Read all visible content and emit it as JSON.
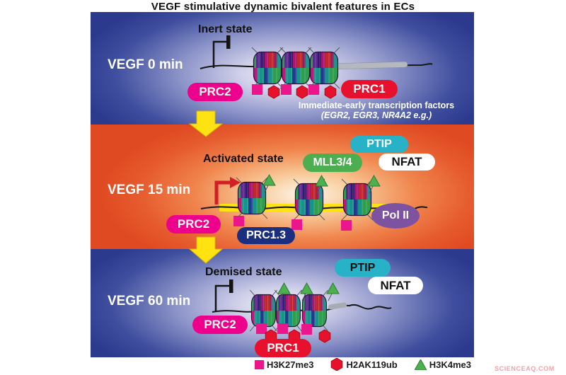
{
  "title": "VEGF stimulative dynamic bivalent features in ECs",
  "panels": [
    {
      "time_label": "VEGF 0 min",
      "state_label": "Inert state",
      "prc2": "PRC2",
      "prc1": "PRC1",
      "note_line1": "Immediate-early transcription factors",
      "note_line2": "(EGR2, EGR3, NR4A2 e.g.)"
    },
    {
      "time_label": "VEGF 15 min",
      "state_label": "Activated state",
      "ptip": "PTIP",
      "nfat": "NFAT",
      "mll34": "MLL3/4",
      "polii": "Pol II",
      "prc2": "PRC2",
      "prc13": "PRC1.3"
    },
    {
      "time_label": "VEGF 60 min",
      "state_label": "Demised state",
      "ptip": "PTIP",
      "nfat": "NFAT",
      "prc2": "PRC2",
      "prc1": "PRC1"
    }
  ],
  "legend": {
    "items": [
      {
        "icon": "h3k27me3-square-icon",
        "label": "H3K27me3",
        "color": "#ec168c"
      },
      {
        "icon": "h2ak119ub-hexagon-icon",
        "label": "H2AK119ub",
        "color": "#e8112d"
      },
      {
        "icon": "h3k4me3-triangle-icon",
        "label": "H3K4me3",
        "color": "#4cb04f"
      }
    ]
  },
  "watermark": "SCIENCEAQ.COM",
  "colors": {
    "panel_blue": "#2c3a8e",
    "panel_orange": "#e04a22",
    "prc2_pink": "#ec008c",
    "prc1_red": "#e8112d",
    "prc13_navy": "#1b2e7f",
    "ptip_cyan": "#27b2c8",
    "mll34_green": "#4cae50",
    "polii_purple": "#7c52a1",
    "nfat_white": "#ffffff",
    "transition_arrow_yellow": "#ffe212",
    "active_dna_yellow": "#ffe212",
    "h3k27me3_pink": "#ec168c",
    "h2ak119ub_red": "#e8112d",
    "h3k4me3_green": "#4cb04f"
  }
}
